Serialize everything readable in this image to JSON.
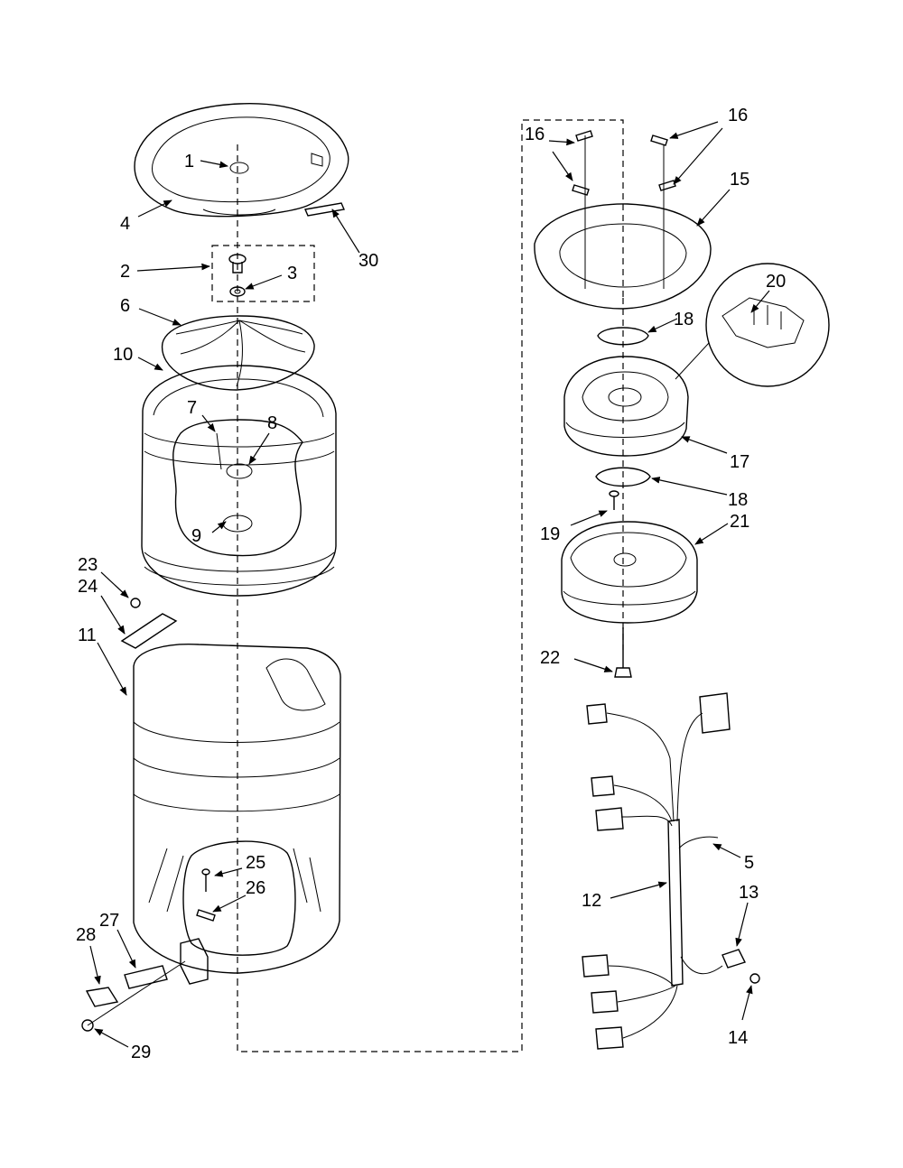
{
  "diagram": {
    "callouts": [
      {
        "id": "c1",
        "text": "1"
      },
      {
        "id": "c2",
        "text": "2"
      },
      {
        "id": "c3",
        "text": "3"
      },
      {
        "id": "c4",
        "text": "4"
      },
      {
        "id": "c5",
        "text": "5"
      },
      {
        "id": "c6",
        "text": "6"
      },
      {
        "id": "c7",
        "text": "7"
      },
      {
        "id": "c8",
        "text": "8"
      },
      {
        "id": "c9",
        "text": "9"
      },
      {
        "id": "c10",
        "text": "10"
      },
      {
        "id": "c11",
        "text": "11"
      },
      {
        "id": "c12",
        "text": "12"
      },
      {
        "id": "c13",
        "text": "13"
      },
      {
        "id": "c14",
        "text": "14"
      },
      {
        "id": "c15",
        "text": "15"
      },
      {
        "id": "c16a",
        "text": "16"
      },
      {
        "id": "c16b",
        "text": "16"
      },
      {
        "id": "c17",
        "text": "17"
      },
      {
        "id": "c18a",
        "text": "18"
      },
      {
        "id": "c18b",
        "text": "18"
      },
      {
        "id": "c19",
        "text": "19"
      },
      {
        "id": "c20",
        "text": "20"
      },
      {
        "id": "c21",
        "text": "21"
      },
      {
        "id": "c22",
        "text": "22"
      },
      {
        "id": "c23",
        "text": "23"
      },
      {
        "id": "c24",
        "text": "24"
      },
      {
        "id": "c25",
        "text": "25"
      },
      {
        "id": "c26",
        "text": "26"
      },
      {
        "id": "c27",
        "text": "27"
      },
      {
        "id": "c28",
        "text": "28"
      },
      {
        "id": "c29",
        "text": "29"
      },
      {
        "id": "c30",
        "text": "30"
      }
    ]
  }
}
